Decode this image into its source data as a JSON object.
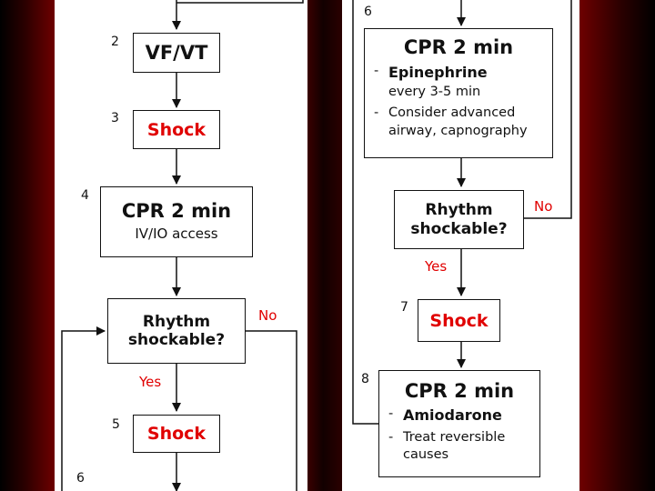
{
  "left_column": {
    "step2_number": "2",
    "step2_box": "VF/VT",
    "step3_number": "3",
    "step3_box": "Shock",
    "step4_number": "4",
    "step4_title": "CPR 2 min",
    "step4_detail": "IV/IO access",
    "decision_line1": "Rhythm",
    "decision_line2": "shockable?",
    "decision_yes": "Yes",
    "decision_no": "No",
    "step5_number": "5",
    "step5_box": "Shock",
    "step6_number": "6"
  },
  "right_column": {
    "step6_number": "6",
    "step6_title": "CPR 2 min",
    "step6_item1_prefix": "-",
    "step6_item1_bold": "Epinephrine",
    "step6_item1_rest": "every 3-5 min",
    "step6_item2_prefix": "-",
    "step6_item2_line1": "Consider advanced",
    "step6_item2_line2": "airway, capnography",
    "decision_line1": "Rhythm",
    "decision_line2": "shockable?",
    "decision_yes": "Yes",
    "decision_no": "No",
    "step7_number": "7",
    "step7_box": "Shock",
    "step8_number": "8",
    "step8_title": "CPR 2 min",
    "step8_item1_prefix": "-",
    "step8_item1_bold": "Amiodarone",
    "step8_item2_prefix": "-",
    "step8_item2_line1": "Treat reversible",
    "step8_item2_line2": "causes"
  },
  "colors": {
    "accent_red": "#e00000",
    "line": "#111111",
    "panel": "#ffffff",
    "backdrop_red": "#6e0000"
  }
}
